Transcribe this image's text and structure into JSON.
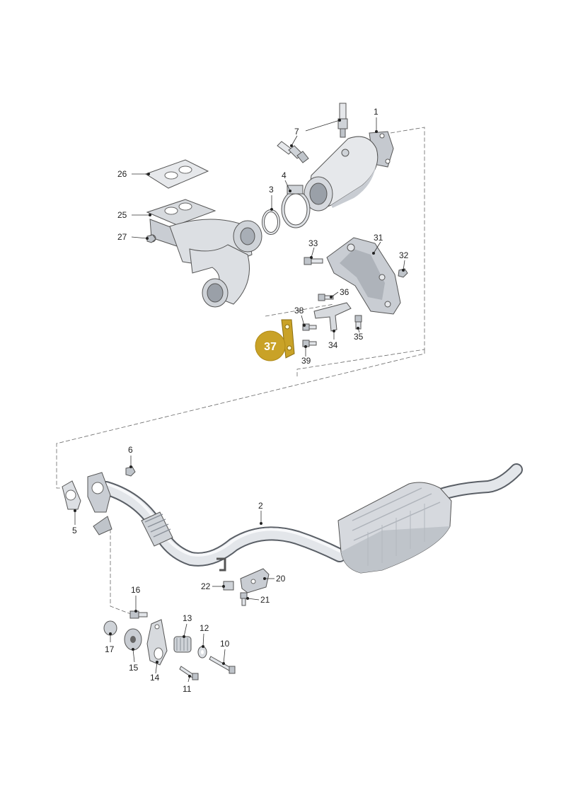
{
  "diagram": {
    "callouts": {
      "p1": "1",
      "p2": "2",
      "p3": "3",
      "p4": "4",
      "p5": "5",
      "p6": "6",
      "p7": "7",
      "p10": "10",
      "p11": "11",
      "p12": "12",
      "p13": "13",
      "p14": "14",
      "p15": "15",
      "p16": "16",
      "p17": "17",
      "p20": "20",
      "p21": "21",
      "p22": "22",
      "p25": "25",
      "p26": "26",
      "p27": "27",
      "p31": "31",
      "p32": "32",
      "p33": "33",
      "p34": "34",
      "p35": "35",
      "p36": "36",
      "p37": "37",
      "p38": "38",
      "p39": "39"
    },
    "highlight": {
      "color": "#c9a227",
      "part": "37"
    },
    "colors": {
      "part_fill": "#dfe2e6",
      "part_shade": "#b9bec5",
      "line": "#555a60"
    }
  }
}
